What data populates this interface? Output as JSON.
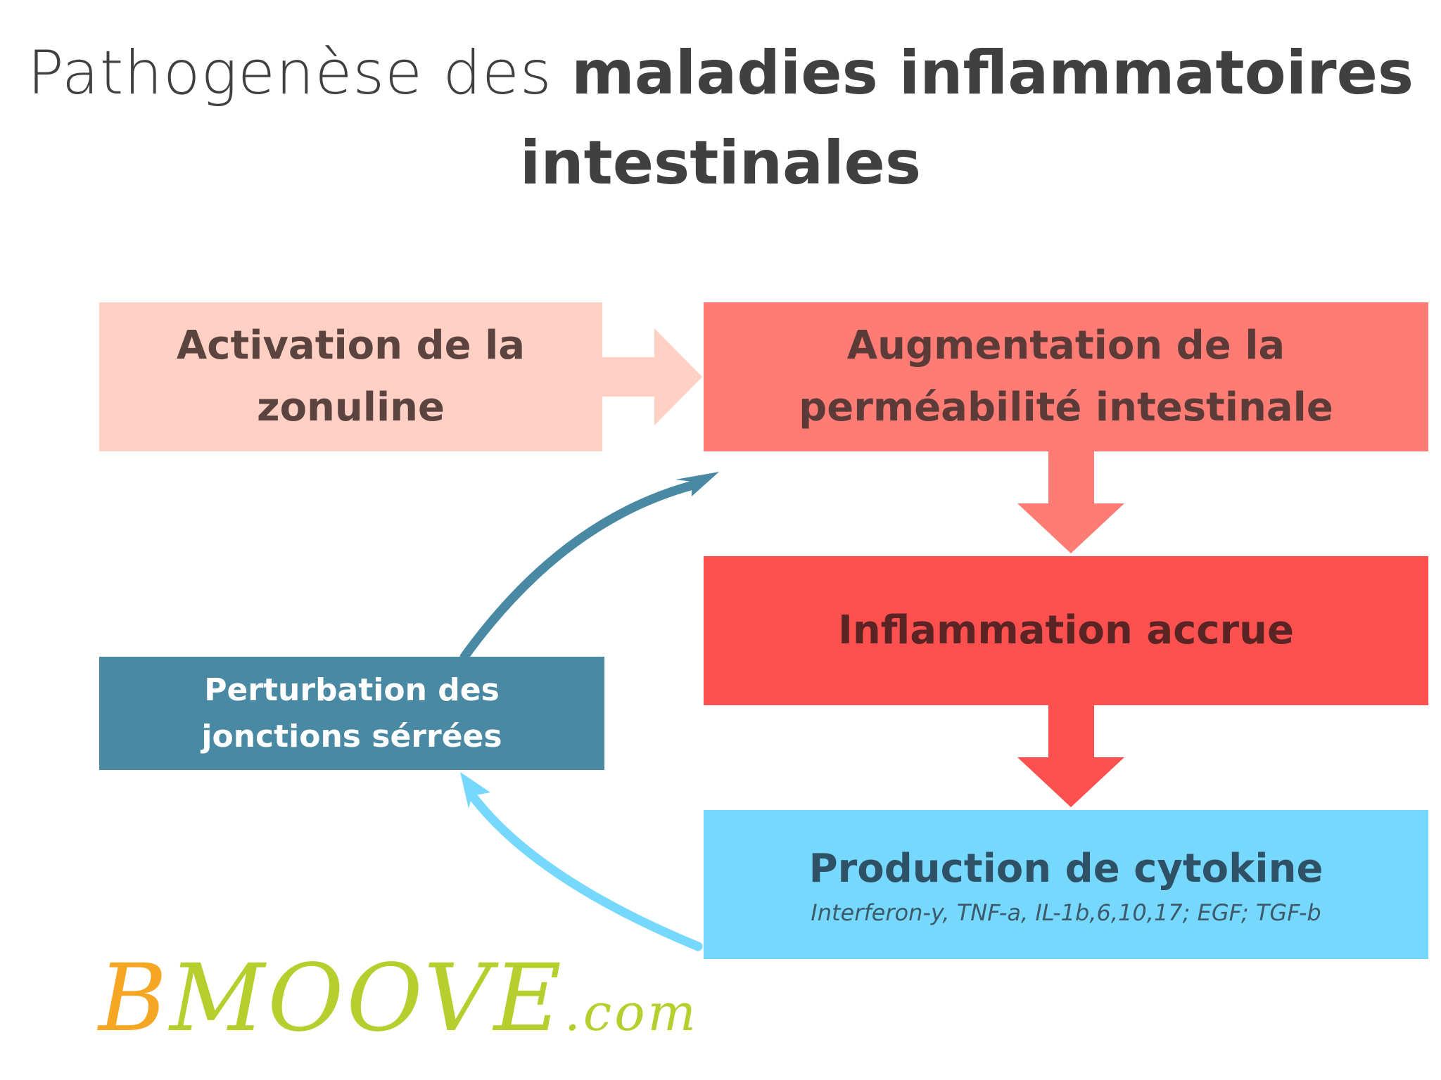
{
  "title": {
    "light": "Pathogenèse des",
    "bold": "maladies inflammatoires intestinales"
  },
  "boxes": {
    "zonuline": {
      "line1": "Activation de la",
      "line2": "zonuline",
      "color": "#ffd0c3"
    },
    "permeabilite": {
      "line1": "Augmentation de la",
      "line2": "perméabilité intestinale",
      "color": "#ff7c75"
    },
    "inflammation": {
      "label": "Inflammation accrue",
      "color": "#ff5050"
    },
    "cytokine": {
      "label": "Production de cytokine",
      "sub": "Interferon-y, TNF-a, IL-1b,6,10,17; EGF; TGF-b",
      "color": "#77d8fe"
    },
    "jonctions": {
      "line1": "Perturbation des",
      "line2": "jonctions sérrées",
      "color": "#4a89a3"
    }
  },
  "arrows": {
    "zonuline_to_permeab": {
      "color": "#ffd0c3"
    },
    "permeab_to_inflam": {
      "color": "#ff7c75"
    },
    "inflam_to_cytokine": {
      "color": "#ff5050"
    },
    "cytokine_to_jonctions": {
      "color": "#77d8fe"
    },
    "jonctions_to_permeab": {
      "color": "#4a89a3"
    }
  },
  "logo": {
    "b": "B",
    "rest": "MOOVE",
    "domain": ".com"
  }
}
